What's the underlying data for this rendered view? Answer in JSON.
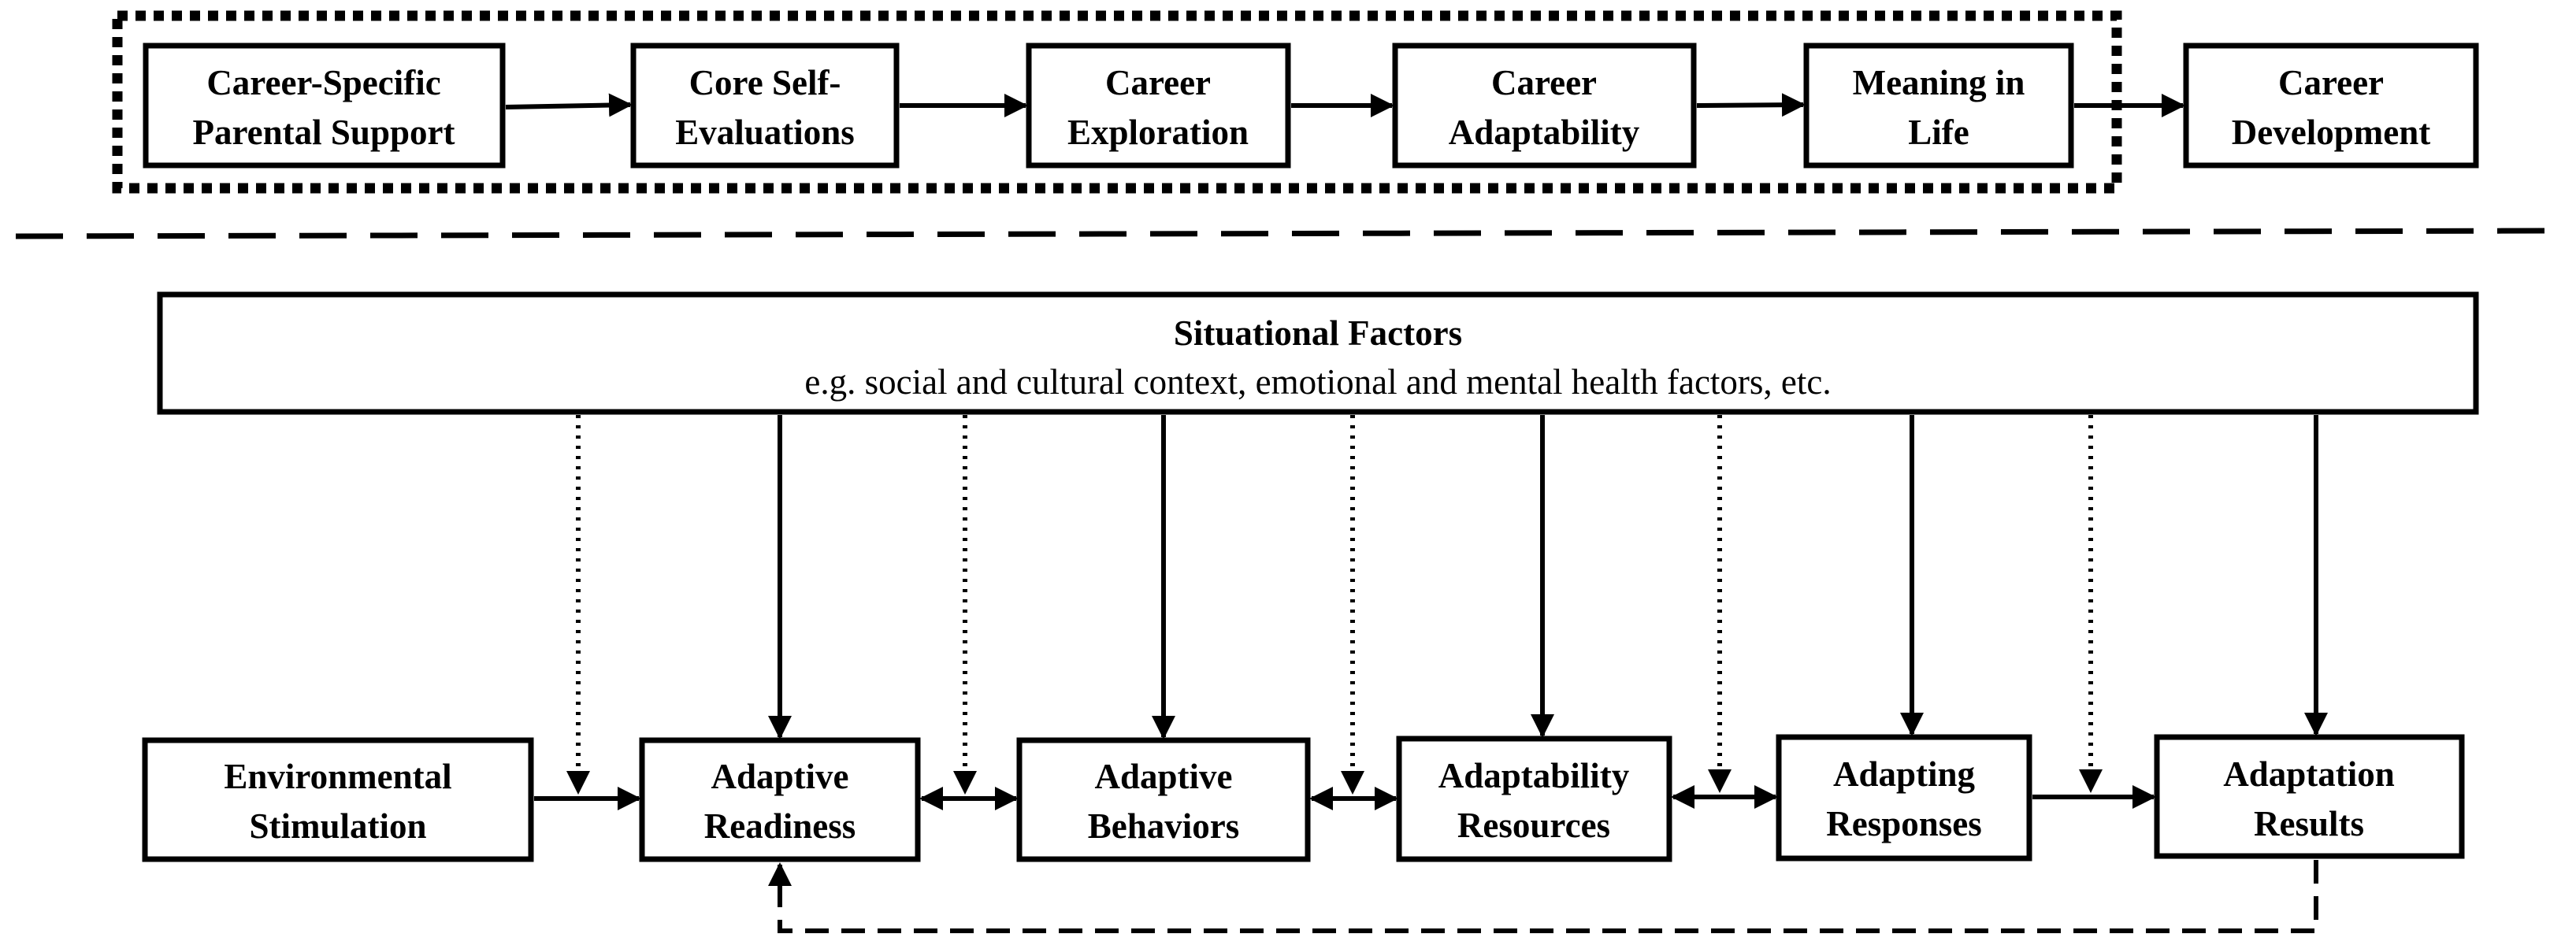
{
  "top_chain": [
    {
      "line1": "Career-Specific",
      "line2": "Parental Support"
    },
    {
      "line1": "Core Self-",
      "line2": "Evaluations"
    },
    {
      "line1": "Career",
      "line2": "Exploration"
    },
    {
      "line1": "Career",
      "line2": "Adaptability"
    },
    {
      "line1": "Meaning in",
      "line2": "Life"
    },
    {
      "line1": "Career",
      "line2": "Development"
    }
  ],
  "situational": {
    "title": "Situational Factors",
    "subtitle": "e.g. social and cultural context, emotional and mental health factors, etc."
  },
  "bottom_chain": [
    {
      "line1": "Environmental",
      "line2": "Stimulation"
    },
    {
      "line1": "Adaptive",
      "line2": "Readiness"
    },
    {
      "line1": "Adaptive",
      "line2": "Behaviors"
    },
    {
      "line1": "Adaptability",
      "line2": "Resources"
    },
    {
      "line1": "Adapting",
      "line2": "Responses"
    },
    {
      "line1": "Adaptation",
      "line2": "Results"
    }
  ]
}
